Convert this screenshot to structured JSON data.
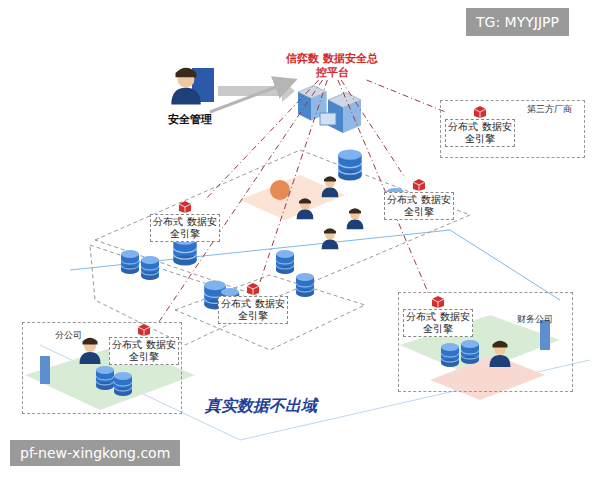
{
  "diagram": {
    "nodes": [
      {
        "text": [
          "安全管理"
        ]
      },
      {
        "text": [
          "信弈数 数据安全总控平台"
        ]
      },
      {
        "text": [
          "第三方厂商"
        ]
      },
      {
        "text": [
          "分布式 数据安全引擎"
        ],
        "in": 2
      },
      {
        "text": [
          "分布式 数据安全引擎"
        ]
      },
      {
        "text": [
          "分布式 数据安全引擎"
        ]
      },
      {
        "text": [
          "分布式 数据安全引擎"
        ]
      },
      {
        "text": [
          "分公司"
        ]
      },
      {
        "text": [
          "分布式 数据安全引擎"
        ],
        "in": 7
      },
      {
        "text": [
          "财务公司"
        ]
      },
      {
        "text": [
          "分布式 数据安全引擎"
        ],
        "in": 9
      }
    ],
    "edges": [
      {
        "from": 0,
        "to": 1,
        "arrow": "to"
      },
      {
        "from": 1,
        "to": 3,
        "arrow": "none"
      },
      {
        "from": 1,
        "to": 4,
        "arrow": "none"
      },
      {
        "from": 1,
        "to": 5,
        "arrow": "none"
      },
      {
        "from": 1,
        "to": 6,
        "arrow": "none"
      },
      {
        "from": 1,
        "to": 8,
        "arrow": "none"
      },
      {
        "from": 1,
        "to": 10,
        "arrow": "none"
      }
    ],
    "labels": [
      "真实数据不出域",
      "TG: MYYJJPP",
      "pf-new-xingkong.com"
    ]
  }
}
